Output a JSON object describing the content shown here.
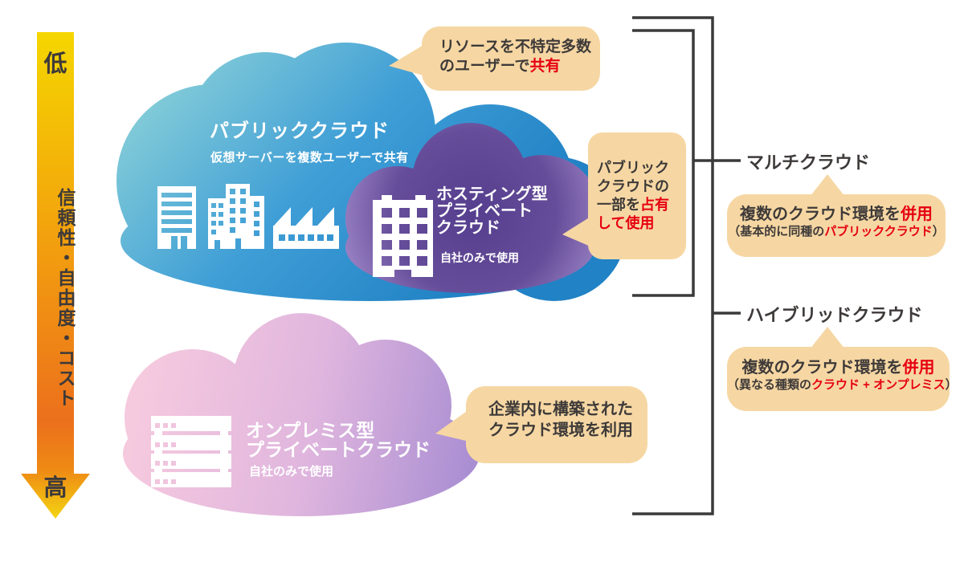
{
  "axis": {
    "top": "低",
    "label": "信頼性・自由度・コスト",
    "bottom": "高"
  },
  "clouds": {
    "public": {
      "title": "パブリッククラウド",
      "subtitle": "仮想サーバーを複数ユーザーで共有"
    },
    "hosted": {
      "line1": "ホスティング型",
      "line2": "プライベート",
      "line3": "クラウド",
      "subtitle": "自社のみで使用"
    },
    "onprem": {
      "line1": "オンプレミス型",
      "line2": "プライベートクラウド",
      "subtitle": "自社のみで使用"
    }
  },
  "bubbles": {
    "public": {
      "l1": "リソースを不特定多数",
      "l2a": "のユーザーで",
      "l2b": "共有"
    },
    "hosted": {
      "l1": "パブリック",
      "l2": "クラウドの",
      "l3a": "一部を",
      "l3b": "占有",
      "l4": "して使用"
    },
    "onprem": {
      "l1": "企業内に構築された",
      "l2": "クラウド環境を利用"
    }
  },
  "right": {
    "multi_label": "マルチクラウド",
    "multi_note_a": "複数のクラウド環境を",
    "multi_note_b": "併用",
    "multi_detail_a": "（基本的に同種の",
    "multi_detail_b": "パブリッククラウド",
    "multi_detail_c": "）",
    "hybrid_label": "ハイブリッドクラウド",
    "hybrid_note_a": "複数のクラウド環境を",
    "hybrid_note_b": "併用",
    "hybrid_detail_a": "（異なる種類の",
    "hybrid_detail_b": "クラウド + オンプレミス",
    "hybrid_detail_c": "）"
  },
  "colors": {
    "accent_red": "#e60012",
    "text_dark": "#3e3a39",
    "bubble_fill": "#f6d7a3",
    "public_cloud": [
      "#86ced8",
      "#3f9ed6",
      "#2182c5"
    ],
    "hosted_cloud": [
      "#553e8e",
      "#9a82c4"
    ],
    "onprem_cloud": [
      "#f5c9de",
      "#a88dd2"
    ],
    "arrow_top": "#f5d600",
    "arrow_bottom": "#ec701c"
  }
}
